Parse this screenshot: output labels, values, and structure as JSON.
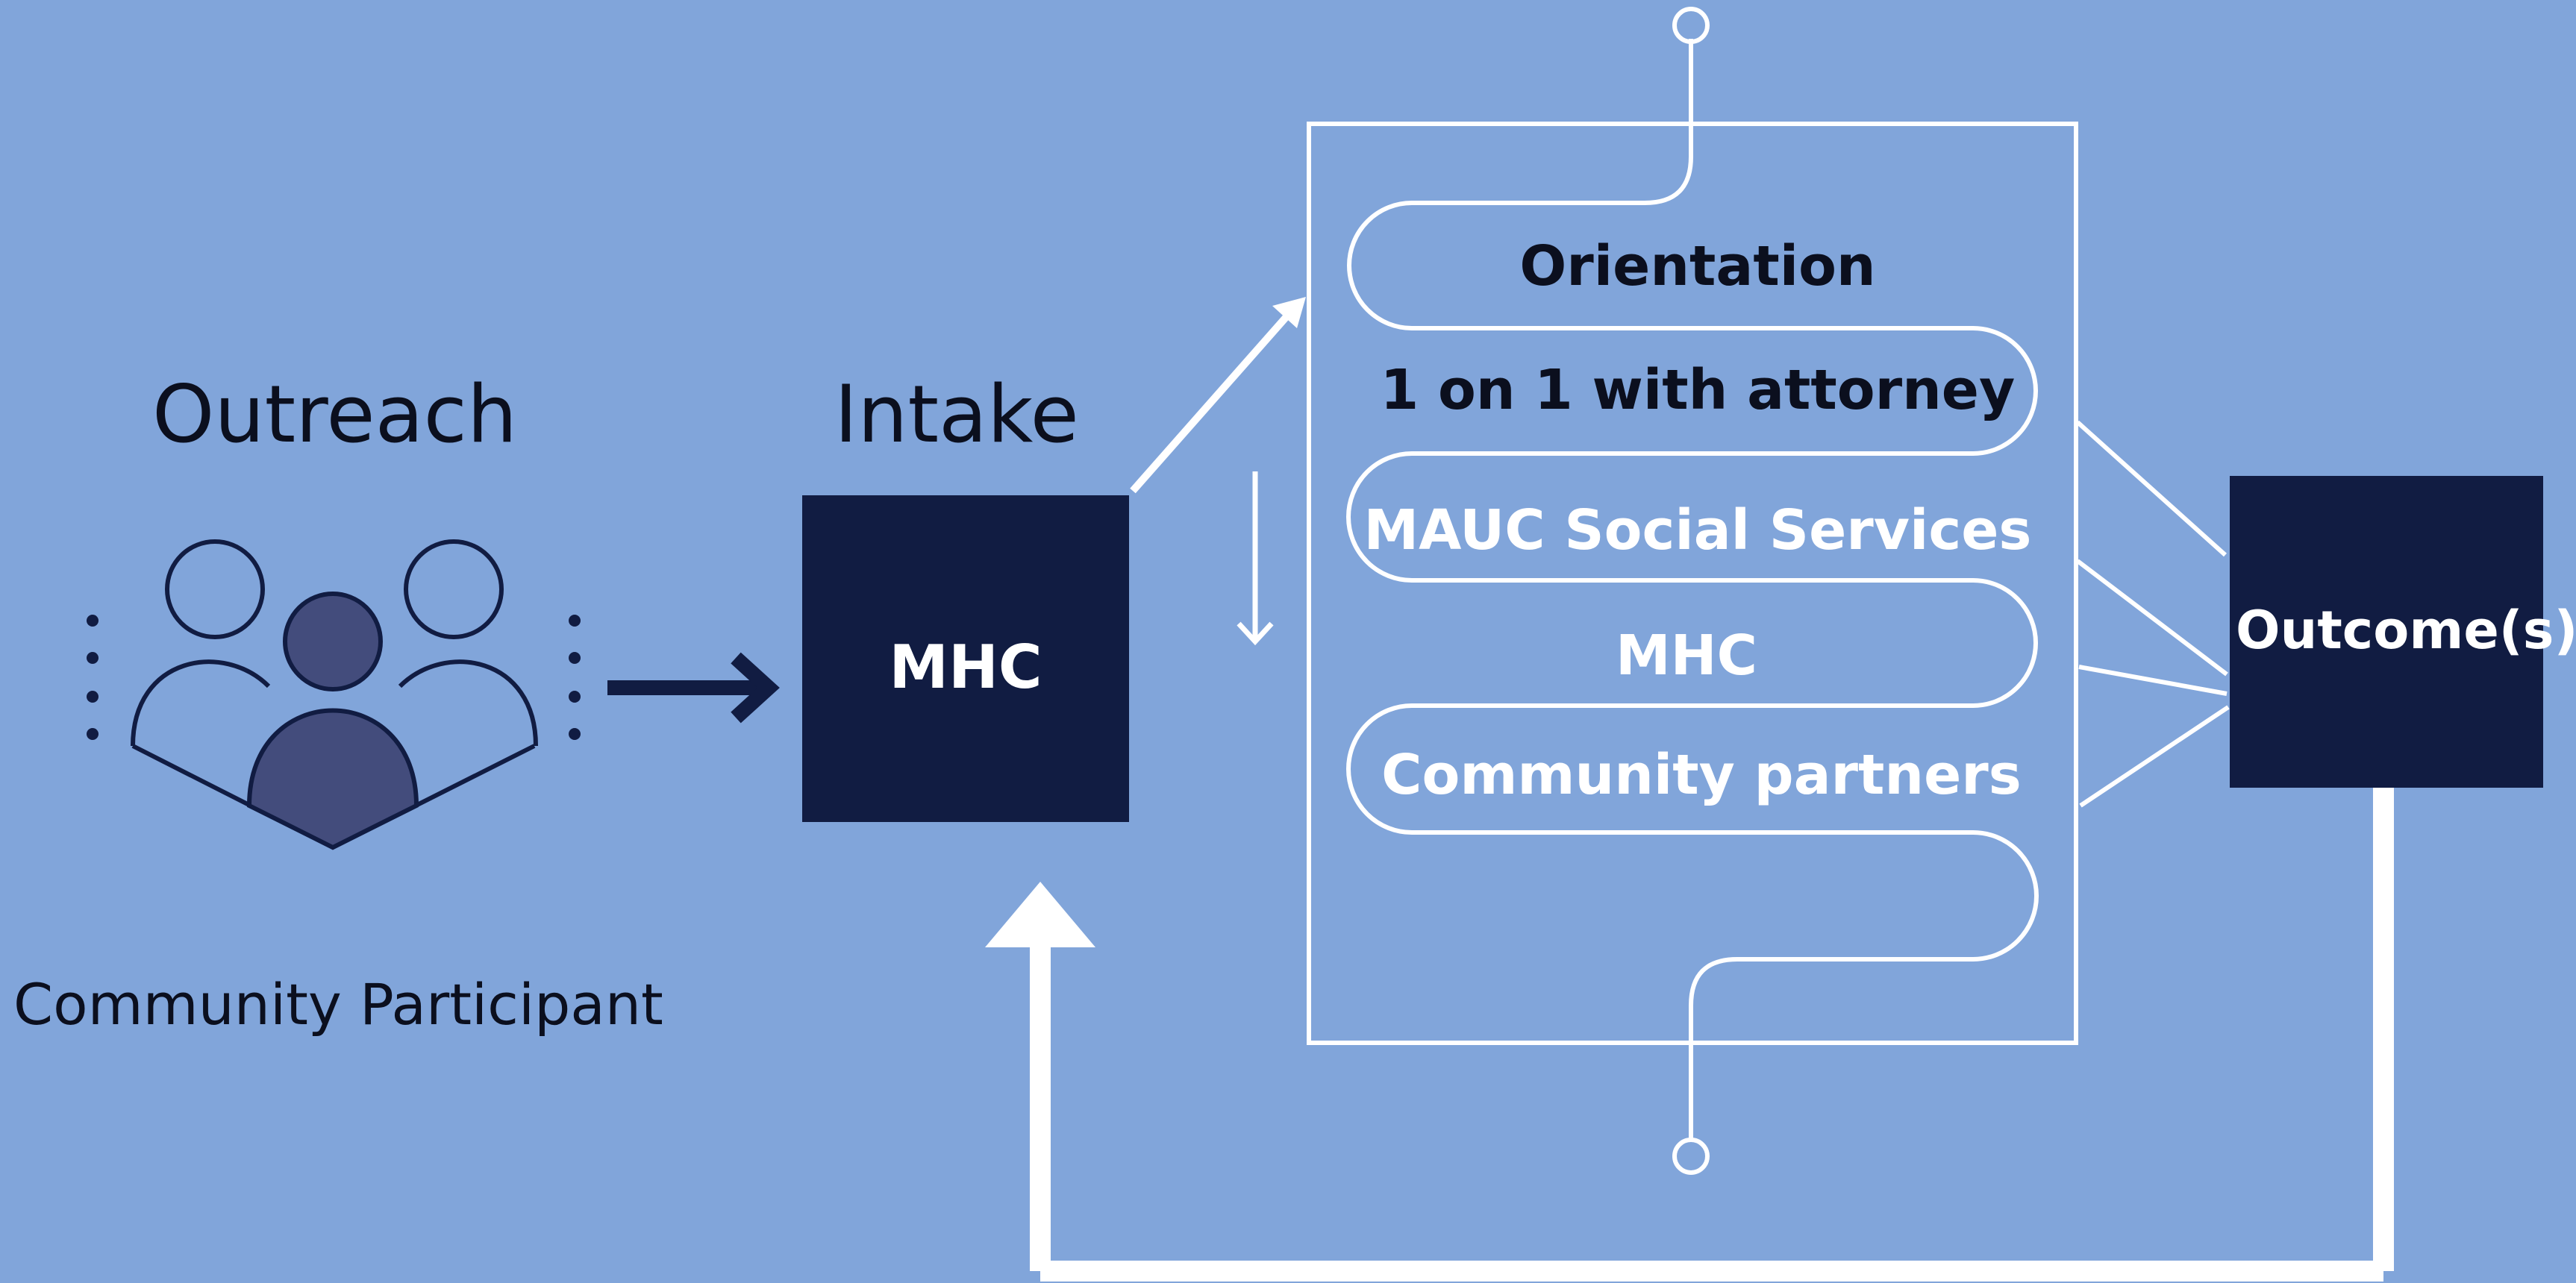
{
  "outreach": {
    "heading": "Outreach",
    "caption": "Community Participant",
    "icon": "group-of-people-icon"
  },
  "intake": {
    "heading": "Intake",
    "box_label": "MHC"
  },
  "process": {
    "steps": [
      "Orientation",
      "1 on 1 with attorney",
      "MAUC Social Services",
      "MHC",
      "Community partners"
    ]
  },
  "outcome": {
    "box_label": "Outcome(s)"
  },
  "colors": {
    "background": "#81a5da",
    "dark_box": "#111c42",
    "line": "#ffffff",
    "people_fill": "#434c7c",
    "text_dark": "#0b0f1e"
  }
}
